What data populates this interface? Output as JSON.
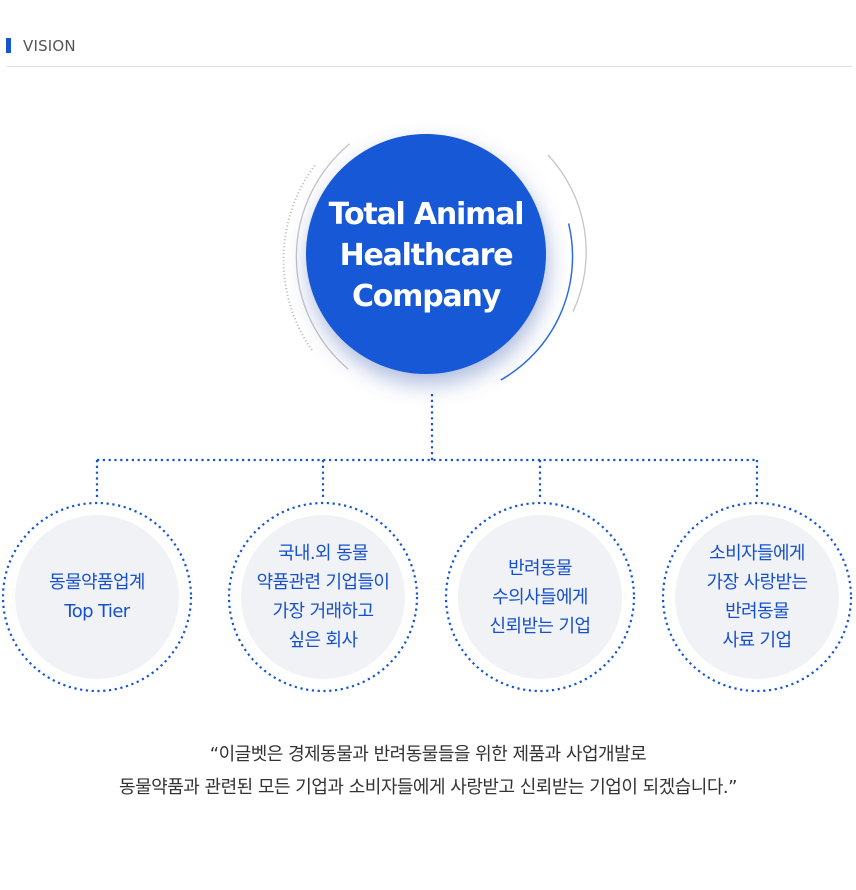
{
  "section": {
    "title": "VISION"
  },
  "vision": {
    "main_lines": [
      "Total Animal",
      "Healthcare",
      "Company"
    ],
    "goals": [
      {
        "lines": [
          "동물약품업계",
          "Top Tier"
        ]
      },
      {
        "lines": [
          "국내.외 동물",
          "약품관련 기업들이",
          "가장 거래하고",
          "싶은 회사"
        ]
      },
      {
        "lines": [
          "반려동물",
          "수의사들에게",
          "신뢰받는 기업"
        ]
      },
      {
        "lines": [
          "소비자들에게",
          "가장 사랑받는",
          "반려동물",
          "사료 기업"
        ]
      }
    ]
  },
  "statement": {
    "lines": [
      "“이글벳은  경제동물과 반려동물들을 위한 제품과 사업개발로",
      "동물약품과 관련된 모든 기업과 소비자들에게 사랑받고 신뢰받는 기업이 되겠습니다.”"
    ]
  },
  "colors": {
    "accent": "#1658d6",
    "text_blue": "#1651cb",
    "circle_bg": "#f1f2f6"
  }
}
